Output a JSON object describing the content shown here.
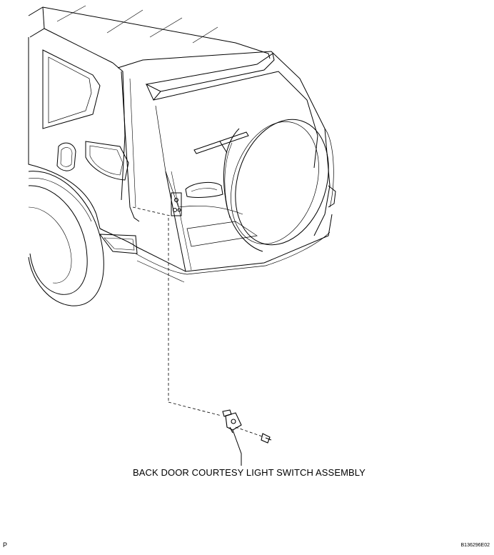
{
  "callout": {
    "part_name": "BACK DOOR COURTESY LIGHT SWITCH ASSEMBLY"
  },
  "footer": {
    "corner_mark": "P",
    "figure_code": "B136296E02"
  },
  "colors": {
    "line": "#000000",
    "background": "#ffffff"
  }
}
